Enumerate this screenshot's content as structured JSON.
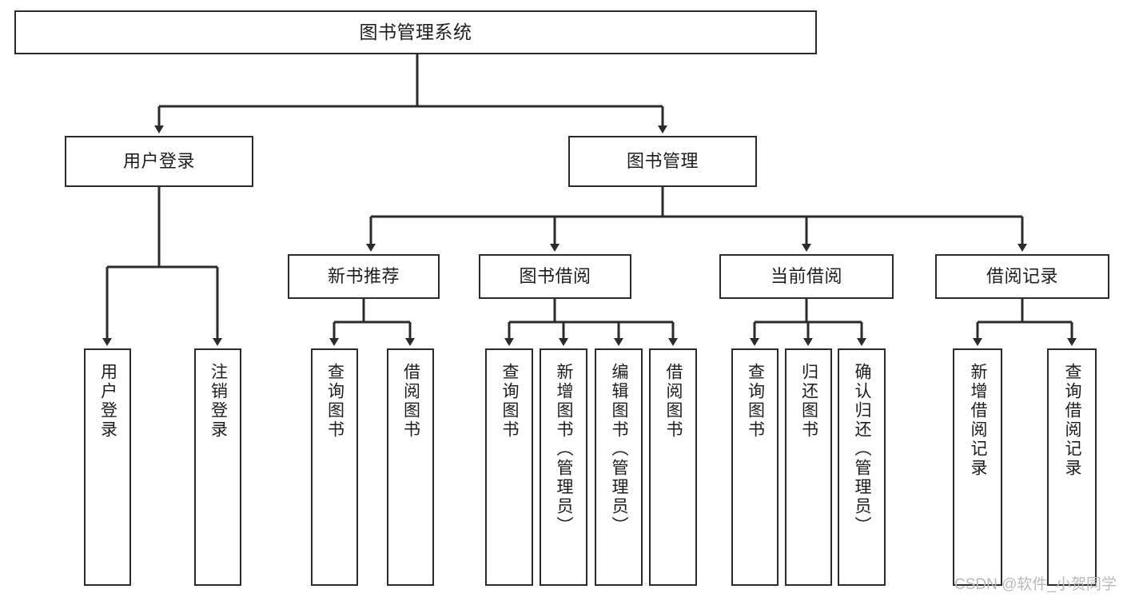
{
  "diagram": {
    "title": "图书管理系统",
    "type": "tree-hierarchy-diagram",
    "root": {
      "label": "图书管理系统"
    },
    "level2": [
      {
        "label": "用户登录"
      },
      {
        "label": "图书管理"
      }
    ],
    "level3": [
      {
        "label": "新书推荐"
      },
      {
        "label": "图书借阅"
      },
      {
        "label": "当前借阅"
      },
      {
        "label": "借阅记录"
      }
    ],
    "leaves": {
      "user_login": [
        {
          "label": "用户登录"
        },
        {
          "label": "注销登录"
        }
      ],
      "new_book_recommend": [
        {
          "label": "查询图书"
        },
        {
          "label": "借阅图书"
        }
      ],
      "book_borrow": [
        {
          "label": "查询图书"
        },
        {
          "label": "新增图书（管理员）"
        },
        {
          "label": "编辑图书（管理员）"
        },
        {
          "label": "借阅图书"
        }
      ],
      "current_borrow": [
        {
          "label": "查询图书"
        },
        {
          "label": "归还图书"
        },
        {
          "label": "确认归还（管理员）"
        }
      ],
      "borrow_record": [
        {
          "label": "新增借阅记录"
        },
        {
          "label": "查询借阅记录"
        }
      ]
    }
  },
  "watermark": {
    "text": "CSDN @软件_小贺同学"
  },
  "colors": {
    "stroke": "#2b2b2b",
    "background": "#ffffff",
    "text": "#1d1d1d",
    "watermark": "#b9b9b9"
  }
}
